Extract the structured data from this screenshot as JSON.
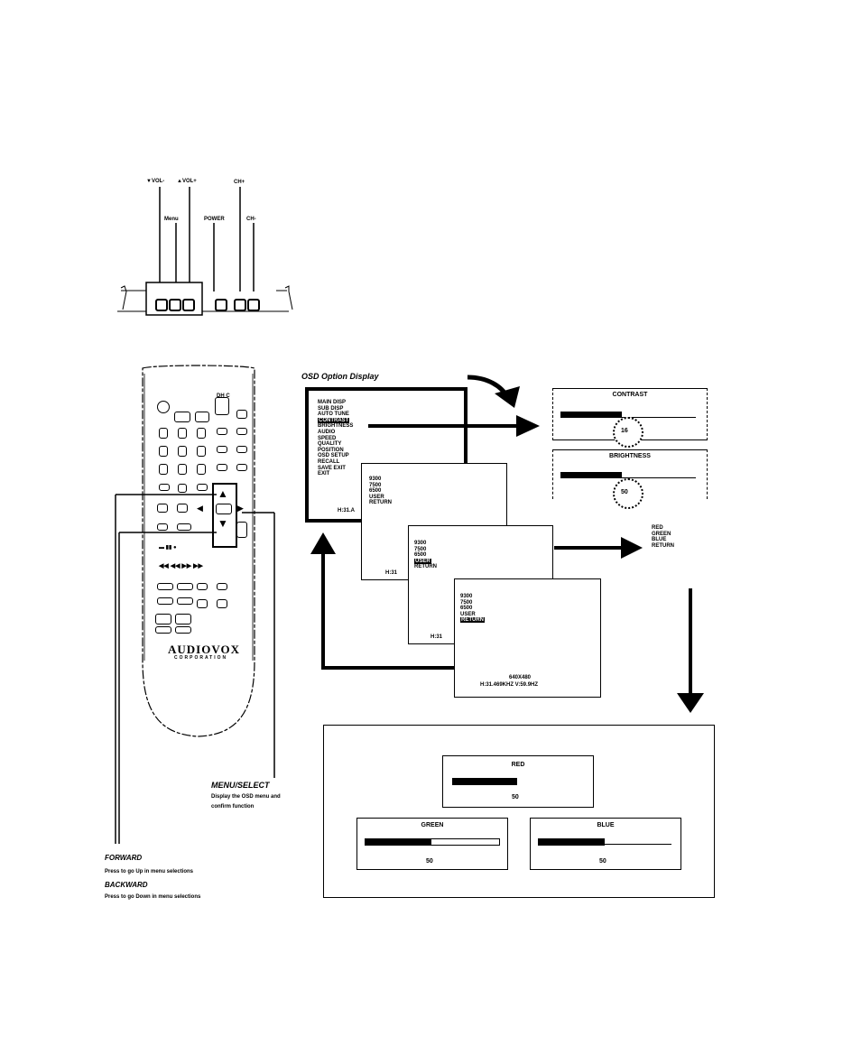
{
  "panel": {
    "labels": {
      "vol_minus": "▼VOL-",
      "vol_plus": "▲VOL+",
      "ch_plus": "CH+",
      "menu": "Menu",
      "power": "POWER",
      "ch_minus": "CH-"
    }
  },
  "remote": {
    "brand": "AUDIOVOX",
    "sub": "CORPORATION"
  },
  "callouts": {
    "menu_select": {
      "title": "MENU/SELECT",
      "desc1": "Display the OSD menu and",
      "desc2": "confirm function"
    },
    "forward": {
      "title": "FORWARD",
      "desc": "Press to go Up in menu selections"
    },
    "backward": {
      "title": "BACKWARD",
      "desc": "Press to go Down in menu selections"
    }
  },
  "osd": {
    "title": "OSD Option Display",
    "main_menu": [
      "MAIN DISP",
      "SUB DISP",
      "AUTO TUNE",
      "CONTRAST",
      "BRIGHTNESS",
      "AUDIO",
      "SPEED",
      "QUALITY",
      "POSITION",
      "OSD SETUP",
      "RECALL",
      "SAVE EXIT",
      "EXIT"
    ],
    "main_footer": "H:31.A",
    "color_menu": [
      "9300",
      "7500",
      "6500",
      "USER",
      "RETURN"
    ],
    "color_footer": "H:31",
    "temp_menu": [
      "9300",
      "7500",
      "6500",
      "USER",
      "RETURN"
    ],
    "temp_footer": "H:31",
    "user_menu": [
      "9300",
      "7500",
      "6500",
      "USER",
      "RETURN"
    ],
    "info_line1": "640X480",
    "info_line2": "H:31.469KHZ V:59.9HZ",
    "rgb_menu": [
      "RED",
      "GREEN",
      "BLUE",
      "RETURN"
    ]
  },
  "contrast": {
    "title": "CONTRAST",
    "value": "16",
    "level": 0.45
  },
  "brightness": {
    "title": "BRIGHTNESS",
    "value": "50",
    "level": 0.45
  },
  "red": {
    "title": "RED",
    "value": "50",
    "level": 0.55
  },
  "green": {
    "title": "GREEN",
    "value": "50",
    "level": 0.5
  },
  "blue": {
    "title": "BLUE",
    "value": "50",
    "level": 0.5
  }
}
